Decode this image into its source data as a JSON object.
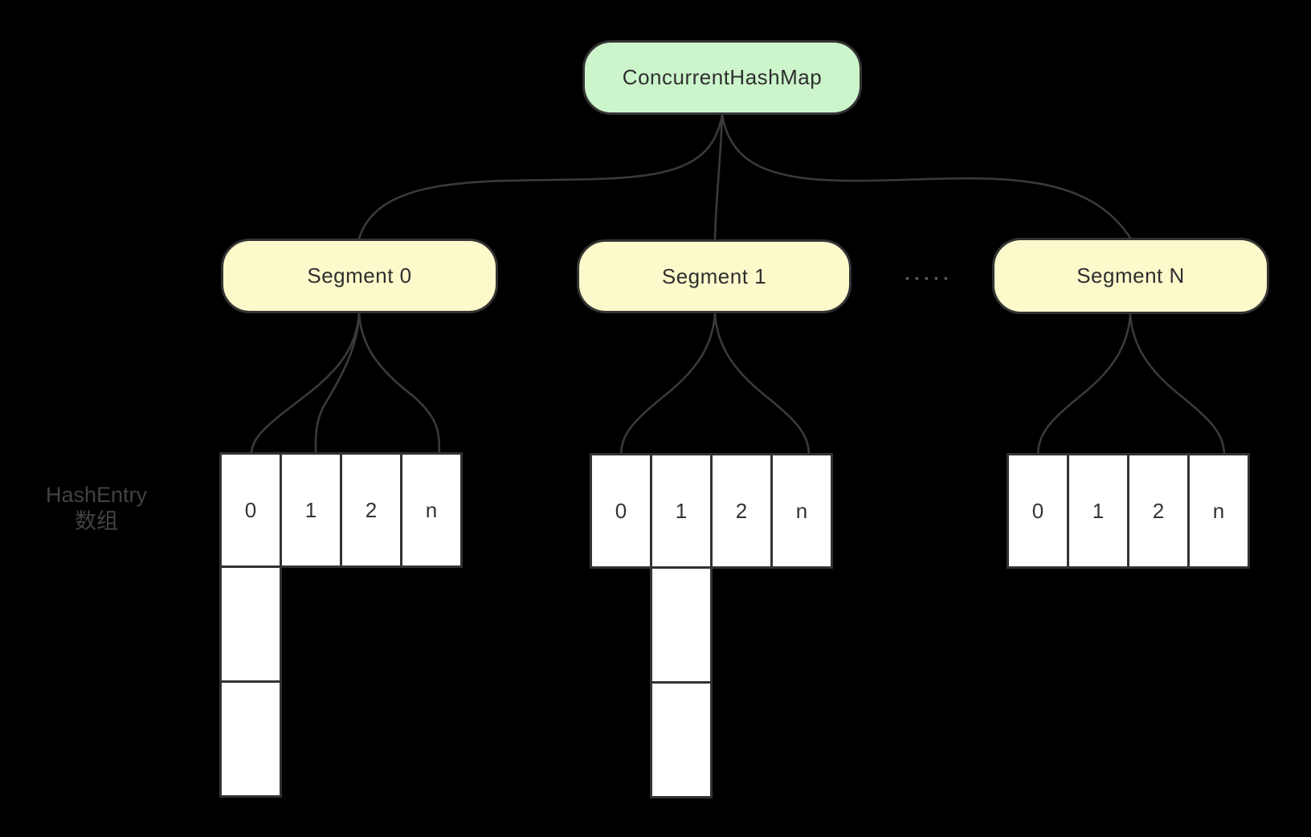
{
  "diagram": {
    "root": {
      "label": "ConcurrentHashMap"
    },
    "segments": [
      {
        "label": "Segment 0"
      },
      {
        "label": "Segment 1"
      },
      {
        "label": "Segment N"
      }
    ],
    "ellipsis": "·····",
    "side_label": {
      "line1": "HashEntry",
      "line2": "数组"
    },
    "arrays": [
      {
        "cells": [
          "0",
          "1",
          "2",
          "n"
        ],
        "tail_under_cell": "0",
        "tail_node_count": 2
      },
      {
        "cells": [
          "0",
          "1",
          "2",
          "n"
        ],
        "tail_under_cell": "1",
        "tail_node_count": 2
      },
      {
        "cells": [
          "0",
          "1",
          "2",
          "n"
        ],
        "tail_under_cell": null,
        "tail_node_count": 0
      }
    ],
    "colors": {
      "background": "#000000",
      "root_fill": "#ccf5cb",
      "segment_fill": "#fcf9cb",
      "cell_fill": "#ffffff",
      "border": "#333333",
      "connector": "#3a3a3a",
      "node_text": "#2f2f2f",
      "side_label_text": "#424242",
      "ellipsis_text": "#5a5a5a"
    }
  }
}
